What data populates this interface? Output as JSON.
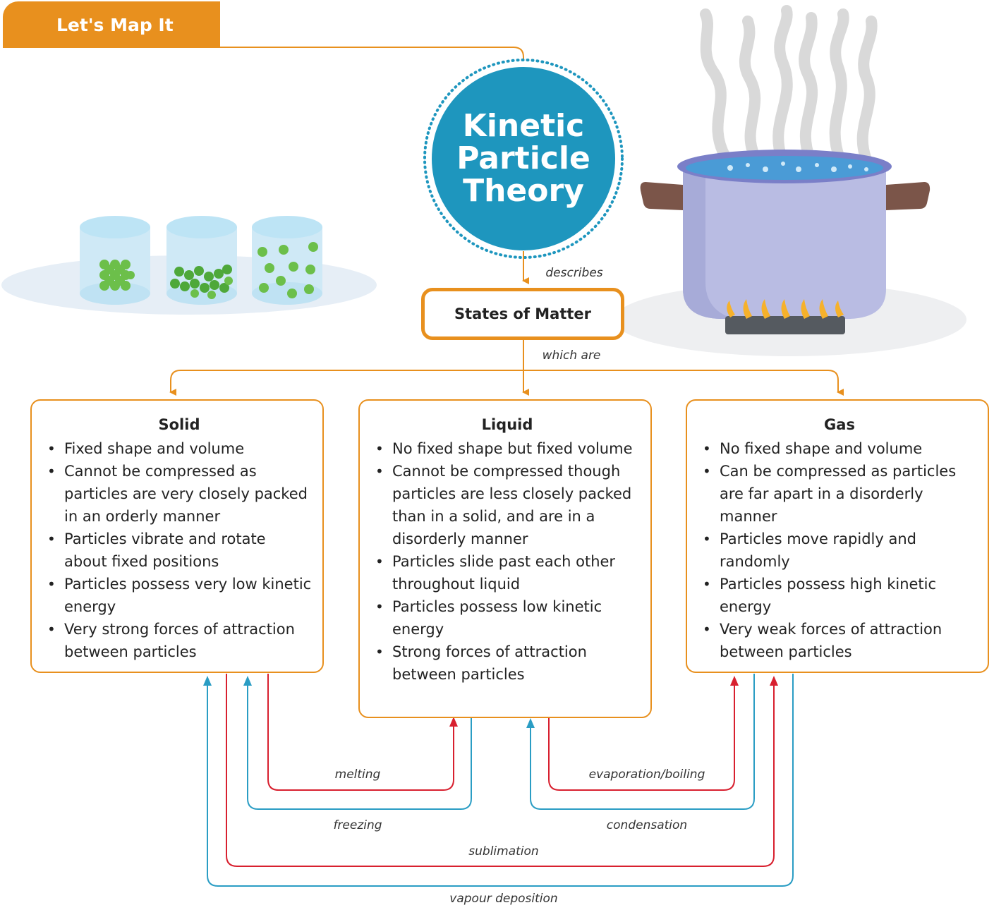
{
  "header": {
    "label": "Let's Map It"
  },
  "center": {
    "title_lines": [
      "Kinetic",
      "Particle",
      "Theory"
    ]
  },
  "link_describes": "describes",
  "states_of_matter": "States of Matter",
  "link_which_are": "which are",
  "states": [
    {
      "title": "Solid",
      "points": [
        "Fixed shape and volume",
        "Cannot be compressed as particles are very closely packed in an orderly manner",
        "Particles vibrate and rotate about fixed positions",
        "Particles possess very low kinetic energy",
        "Very strong forces of attraction between particles"
      ]
    },
    {
      "title": "Liquid",
      "points": [
        "No fixed shape but fixed volume",
        "Cannot be compressed though particles are less closely packed than in a solid, and are in a disorderly manner",
        "Particles slide past each other throughout liquid",
        "Particles possess low kinetic energy",
        "Strong forces of attraction between particles"
      ]
    },
    {
      "title": "Gas",
      "points": [
        "No fixed shape and volume",
        "Can be compressed as particles are far apart in a disorderly manner",
        "Particles move rapidly and randomly",
        "Particles possess high kinetic energy",
        "Very weak forces of attraction between particles"
      ]
    }
  ],
  "transitions": {
    "melting": "melting",
    "freezing": "freezing",
    "evaporation": "evaporation/boiling",
    "condensation": "condensation",
    "sublimation": "sublimation",
    "deposition": "vapour deposition"
  },
  "colors": {
    "accent_orange": "#E8901E",
    "circle_blue": "#1E96BE",
    "heating_red": "#D8202F",
    "cooling_blue": "#2A9DC4"
  }
}
